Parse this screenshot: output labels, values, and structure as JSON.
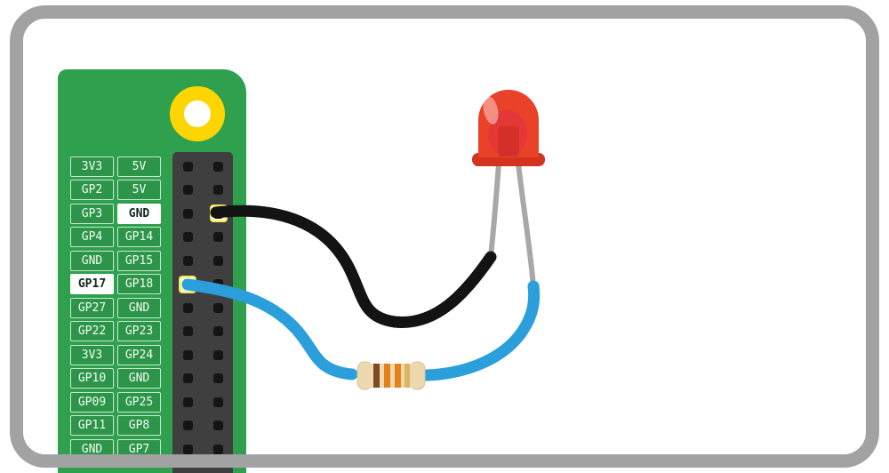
{
  "board": {
    "pin_rows": [
      {
        "left": "3V3",
        "right": "5V"
      },
      {
        "left": "GP2",
        "right": "5V"
      },
      {
        "left": "GP3",
        "right": "GND",
        "right_hl": true
      },
      {
        "left": "GP4",
        "right": "GP14"
      },
      {
        "left": "GND",
        "right": "GP15"
      },
      {
        "left": "GP17",
        "right": "GP18",
        "left_hl": true
      },
      {
        "left": "GP27",
        "right": "GND"
      },
      {
        "left": "GP22",
        "right": "GP23"
      },
      {
        "left": "3V3",
        "right": "GP24"
      },
      {
        "left": "GP10",
        "right": "GND"
      },
      {
        "left": "GP09",
        "right": "GP25"
      },
      {
        "left": "GP11",
        "right": "GP8"
      },
      {
        "left": "GND",
        "right": "GP7"
      }
    ],
    "highlighted_pins": [
      {
        "row": 3,
        "column": "right",
        "label": "GND"
      },
      {
        "row": 6,
        "column": "left",
        "label": "GP17"
      }
    ]
  },
  "components": {
    "led": {
      "color_name": "red"
    },
    "resistor": {
      "band_colors": [
        "brown",
        "orange",
        "orange",
        "gold"
      ]
    },
    "wires": [
      {
        "color_name": "black",
        "from_pin": "GND",
        "to": "LED cathode leg"
      },
      {
        "color_name": "blue",
        "from_pin": "GP17",
        "to": "LED anode leg via resistor"
      }
    ]
  },
  "colors": {
    "frame_gray": "#a2a2a2",
    "board_green": "#2ea04e",
    "label_green": "#2d9549",
    "header_dark": "#3f3f3f",
    "pin_black": "#151515",
    "hole_yellow": "#fed500",
    "wire_black": "#131313",
    "wire_blue": "#2b9fdb",
    "led_red": "#ea4129",
    "led_flange": "#d23420",
    "led_die": "#c8281e",
    "leg_gray": "#a8a8a8",
    "resistor_body": "#eed9af",
    "resistor_band_1": "#7c4a24",
    "resistor_band_2": "#e2821e",
    "resistor_band_3": "#e2821e",
    "resistor_band_4": "#d9b55f"
  }
}
